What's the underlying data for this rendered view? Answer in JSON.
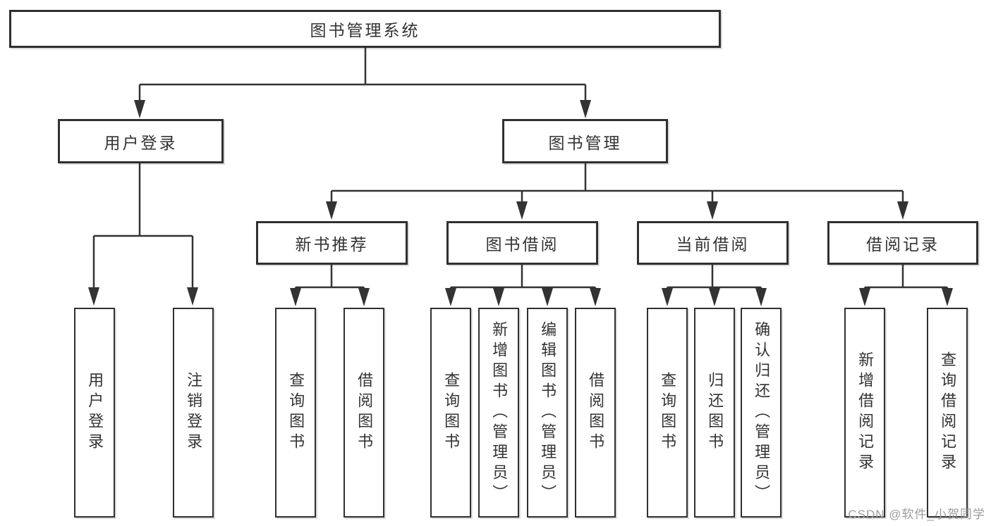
{
  "colors": {
    "line": "#333333",
    "box_border": "#303030",
    "text": "#333333",
    "background": "#ffffff",
    "watermark": "#9c9c9c"
  },
  "tree": {
    "root": {
      "label": "图书管理系统"
    },
    "user_login": {
      "label": "用户登录",
      "children": [
        {
          "label": "用户登录"
        },
        {
          "label": "注销登录"
        }
      ]
    },
    "book_management": {
      "label": "图书管理",
      "modules": [
        {
          "label": "新书推荐",
          "children": [
            {
              "label": "查询图书"
            },
            {
              "label": "借阅图书"
            }
          ]
        },
        {
          "label": "图书借阅",
          "children": [
            {
              "label": "查询图书"
            },
            {
              "label": "新增图书（管理员）"
            },
            {
              "label": "编辑图书（管理员）"
            },
            {
              "label": "借阅图书"
            }
          ]
        },
        {
          "label": "当前借阅",
          "children": [
            {
              "label": "查询图书"
            },
            {
              "label": "归还图书"
            },
            {
              "label": "确认归还（管理员）"
            }
          ]
        },
        {
          "label": "借阅记录",
          "children": [
            {
              "label": "新增借阅记录"
            },
            {
              "label": "查询借阅记录"
            }
          ]
        }
      ]
    }
  },
  "watermark": "CSDN @软件_小贺同学"
}
